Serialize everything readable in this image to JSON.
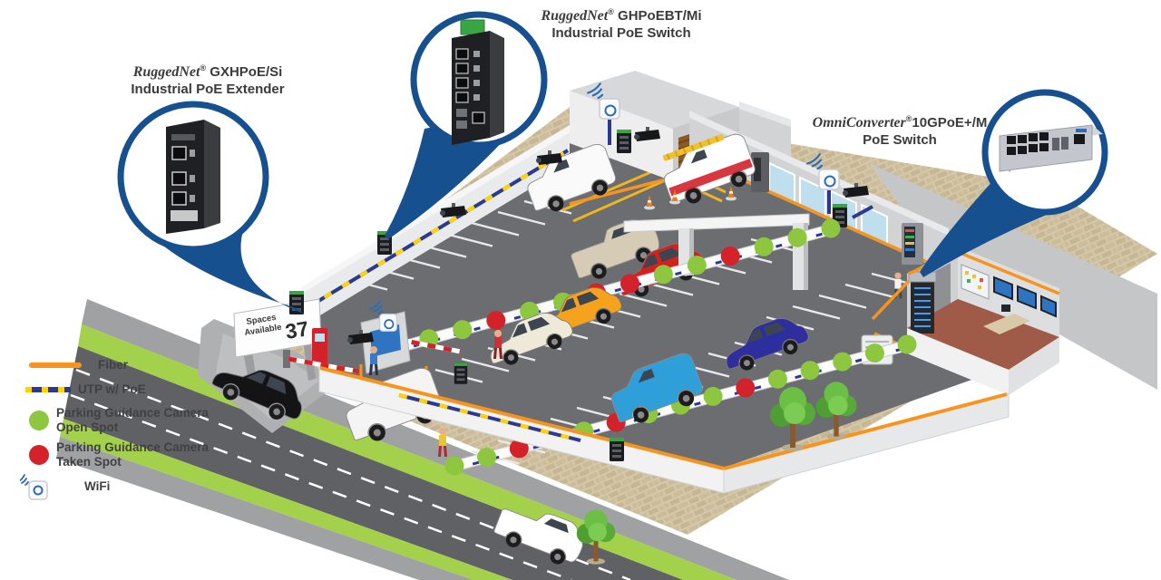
{
  "callouts": [
    {
      "brand": "RuggedNet",
      "registered": "®",
      "model": " GXHPoE/Si",
      "subtitle": "Industrial PoE Extender"
    },
    {
      "brand": "RuggedNet",
      "registered": "®",
      "model": " GHPoEBT/Mi",
      "subtitle": "Industrial PoE Switch"
    },
    {
      "brand": "OmniConverter",
      "registered": "®",
      "model": "10GPoE+/M",
      "subtitle": "PoE Switch"
    }
  ],
  "legend": {
    "fiber_label": "Fiber",
    "utp_label": "UTP w/ PoE",
    "open_line1": "Parking Guidance Camera",
    "open_line2": "Open Spot",
    "taken_line1": "Parking Guidance Camera",
    "taken_line2": "Taken Spot",
    "wifi_label": "WiFi"
  },
  "sign": {
    "line1": "Spaces",
    "line2": "Available",
    "number": "37"
  },
  "colors": {
    "fiber": "#F7941E",
    "utp_navy": "#2B3990",
    "utp_yellow": "#FFD200",
    "open": "#8DC63F",
    "taken": "#D3222A",
    "callout_blue": "#16508F"
  },
  "guidance_rails": [
    {
      "dots": [
        "open",
        "open",
        "open",
        "taken",
        "open",
        "open",
        "taken",
        "taken",
        "open",
        "open",
        "taken",
        "open",
        "open",
        "open"
      ]
    },
    {
      "dots": [
        "open",
        "open",
        "taken",
        "open",
        "open",
        "taken",
        "open",
        "open",
        "open",
        "taken",
        "open",
        "open",
        "open",
        "open",
        "open"
      ]
    }
  ]
}
